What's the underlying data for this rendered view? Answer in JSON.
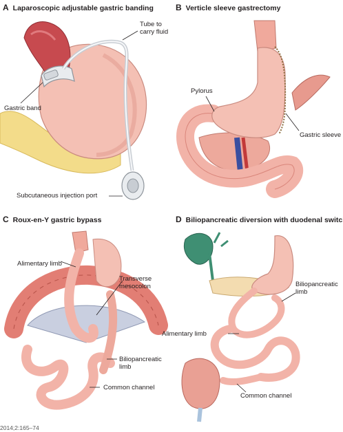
{
  "panels": [
    {
      "letter": "A",
      "title": "Laparoscopic adjustable gastric banding",
      "labels": {
        "tube": "Tube to\ncarry fluid",
        "band": "Gastric band",
        "port": "Subcutaneous injection port"
      }
    },
    {
      "letter": "B",
      "title": "Verticle sleeve gastrectomy",
      "labels": {
        "pylorus": "Pylorus",
        "sleeve": "Gastric sleeve"
      }
    },
    {
      "letter": "C",
      "title": "Roux-en-Y gastric bypass",
      "labels": {
        "alimentary": "Alimentary limb",
        "mesocolon": "Transverse mesocolon",
        "biliopancreatic": "Biliopancreatic\nlimb",
        "common": "Common channel"
      }
    },
    {
      "letter": "D",
      "title": "Biliopancreatic diversion with duodenal switch",
      "labels": {
        "biliopancreatic": "Biliopancreatic\nlimb",
        "alimentary": "Alimentary limb",
        "common": "Common channel"
      }
    }
  ],
  "footer": "2014;2:165–74",
  "colors": {
    "tissue": "#f2b3a8",
    "tissue_dark": "#d9857a",
    "stomach": "#f4c0b4",
    "fat": "#f3dc8a",
    "device": "#e9ecef",
    "gallbladder": "#3f8f73",
    "vessel_blue": "#3a4fa0",
    "vessel_red": "#c23a3a",
    "mesocolon": "#c9cfe0"
  }
}
